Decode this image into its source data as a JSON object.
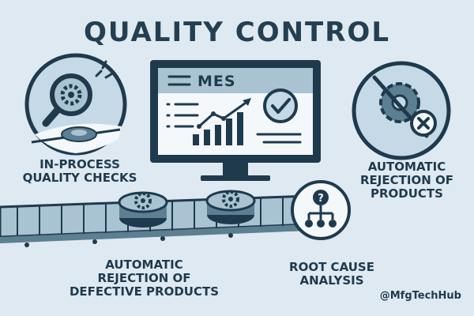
{
  "title": "QUALITY CONTROL",
  "monitor": {
    "label": "MES"
  },
  "labels": {
    "in_process": [
      "IN-PROCESS",
      "QUALITY CHECKS"
    ],
    "automatic_rejection_products": [
      "AUTOMATIC",
      "REJECTION OF",
      "PRODUCTS"
    ],
    "automatic_rejection_defective": [
      "AUTOMATIC",
      "REJECTION OF",
      "DEFECTIVE PRODUCTS"
    ],
    "root_cause": [
      "ROOT CAUSE",
      "ANALYSIS"
    ]
  },
  "handle": "@MfgTechHub",
  "colors": {
    "background": "#dfe9f1",
    "dark": "#1f3a4d",
    "mid": "#5d7f92",
    "light": "#a9c3d3",
    "screen": "#c5dae6",
    "white": "#f4f8fb"
  },
  "icons": [
    "magnifier-gear-icon",
    "gear-icon",
    "check-icon",
    "line-chart-icon",
    "crossed-gear-icon",
    "x-icon",
    "question-icon",
    "hierarchy-icon"
  ]
}
